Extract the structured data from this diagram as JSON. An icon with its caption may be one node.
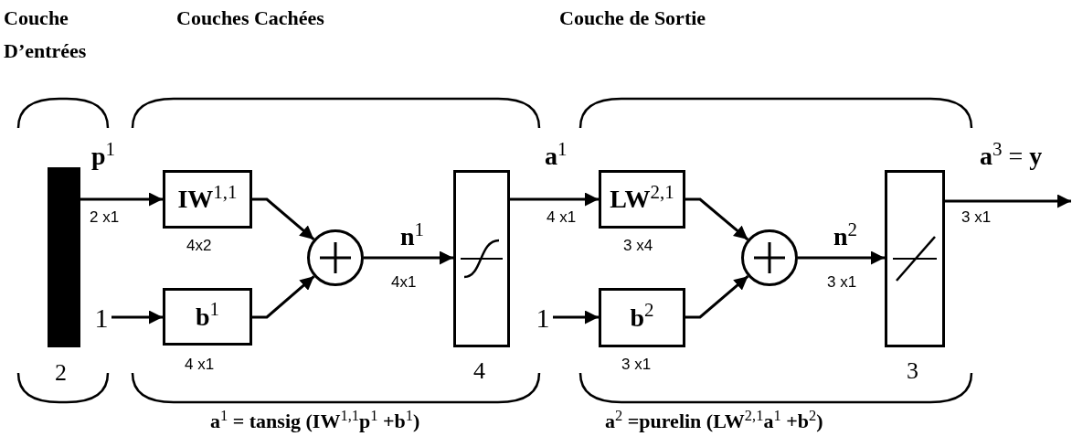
{
  "diagram": {
    "nodes": [
      {
        "text": [],
        "shape": "bar",
        "beside": [
          "2"
        ]
      },
      {
        "text": [
          "1"
        ]
      },
      {
        "text": [
          "**IW**$^{1,1}$"
        ],
        "beside": [
          "4x2"
        ]
      },
      {
        "text": [
          "**b**$^{1}$"
        ],
        "beside": [
          "4 x1"
        ]
      },
      {
        "text": [],
        "shape": "circle"
      },
      {
        "text": [],
        "shape": "box",
        "beside": [
          "4"
        ]
      },
      {
        "text": [
          "1"
        ]
      },
      {
        "text": [
          "**LW**$^{2,1}$"
        ],
        "beside": [
          "3 x4"
        ]
      },
      {
        "text": [
          "**b**$^{2}$"
        ],
        "beside": [
          "3 x1"
        ]
      },
      {
        "text": [],
        "shape": "circle"
      },
      {
        "text": [],
        "shape": "box",
        "beside": [
          "3"
        ]
      }
    ],
    "edges": [
      {
        "from": 0,
        "to": 2,
        "arrow": "to",
        "label": "**p**$^{1}$"
      },
      {
        "from": 1,
        "to": 3,
        "arrow": "to"
      },
      {
        "from": 2,
        "to": 4,
        "arrow": "to"
      },
      {
        "from": 3,
        "to": 4,
        "arrow": "to"
      },
      {
        "from": 4,
        "to": 5,
        "arrow": "to",
        "label": "**n**$^{1}$"
      },
      {
        "from": 5,
        "to": 7,
        "arrow": "to",
        "label": "**a**$^{1}$"
      },
      {
        "from": 6,
        "to": 8,
        "arrow": "to"
      },
      {
        "from": 7,
        "to": 9,
        "arrow": "to"
      },
      {
        "from": 8,
        "to": 9,
        "arrow": "to"
      },
      {
        "from": 9,
        "to": 10,
        "arrow": "to",
        "label": "**n**$^{2}$"
      },
      {
        "from": 10,
        "to": null,
        "arrow": "to",
        "label": "**a**$^{3}$ = **y**"
      }
    ],
    "labels": [
      "Couche D’entrées",
      "Couches Cachées",
      "Couche de Sortie",
      "2 x1",
      "4x1",
      "4 x1",
      "3 x1",
      "3 x1",
      "**a**$^{1}$ **= tansig (IW**$^{1,1}$**p**$^{1}$ **+b**$^{1}$**)**",
      "**a**$^{2}$ **=purelin (LW**$^{2,1}$**a**$^{1}$ **+b**$^{2}$**)**"
    ]
  }
}
